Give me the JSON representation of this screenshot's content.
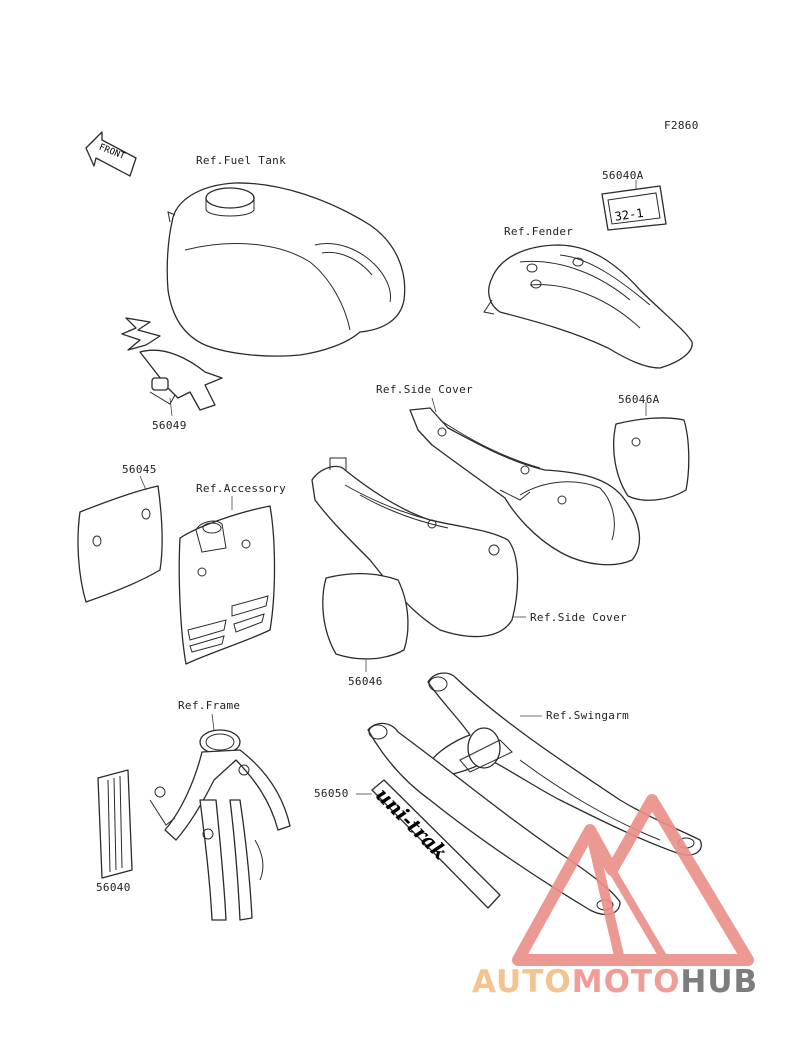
{
  "figure_code": "F2860",
  "front_arrow_text": "FRONT",
  "decal_56040A_text": "32-1",
  "decal_56050_text": "uni-trak",
  "labels": {
    "ref_fuel_tank": "Ref.Fuel Tank",
    "ref_fender": "Ref.Fender",
    "ref_side_cover_top": "Ref.Side Cover",
    "ref_accessory": "Ref.Accessory",
    "ref_side_cover_bottom": "Ref.Side Cover",
    "ref_frame": "Ref.Frame",
    "ref_swingarm": "Ref.Swingarm",
    "p56040A": "56040A",
    "p56046A": "56046A",
    "p56049": "56049",
    "p56045": "56045",
    "p56046": "56046",
    "p56050": "56050",
    "p56040": "56040"
  },
  "watermark": {
    "part1": "AUTO",
    "part2": "MOTO",
    "part3": "HUB",
    "colors": {
      "auto": "#f3c48f",
      "moto": "#f09d98",
      "hub": "#7d7d7d",
      "logo": "#ec8f88"
    }
  }
}
